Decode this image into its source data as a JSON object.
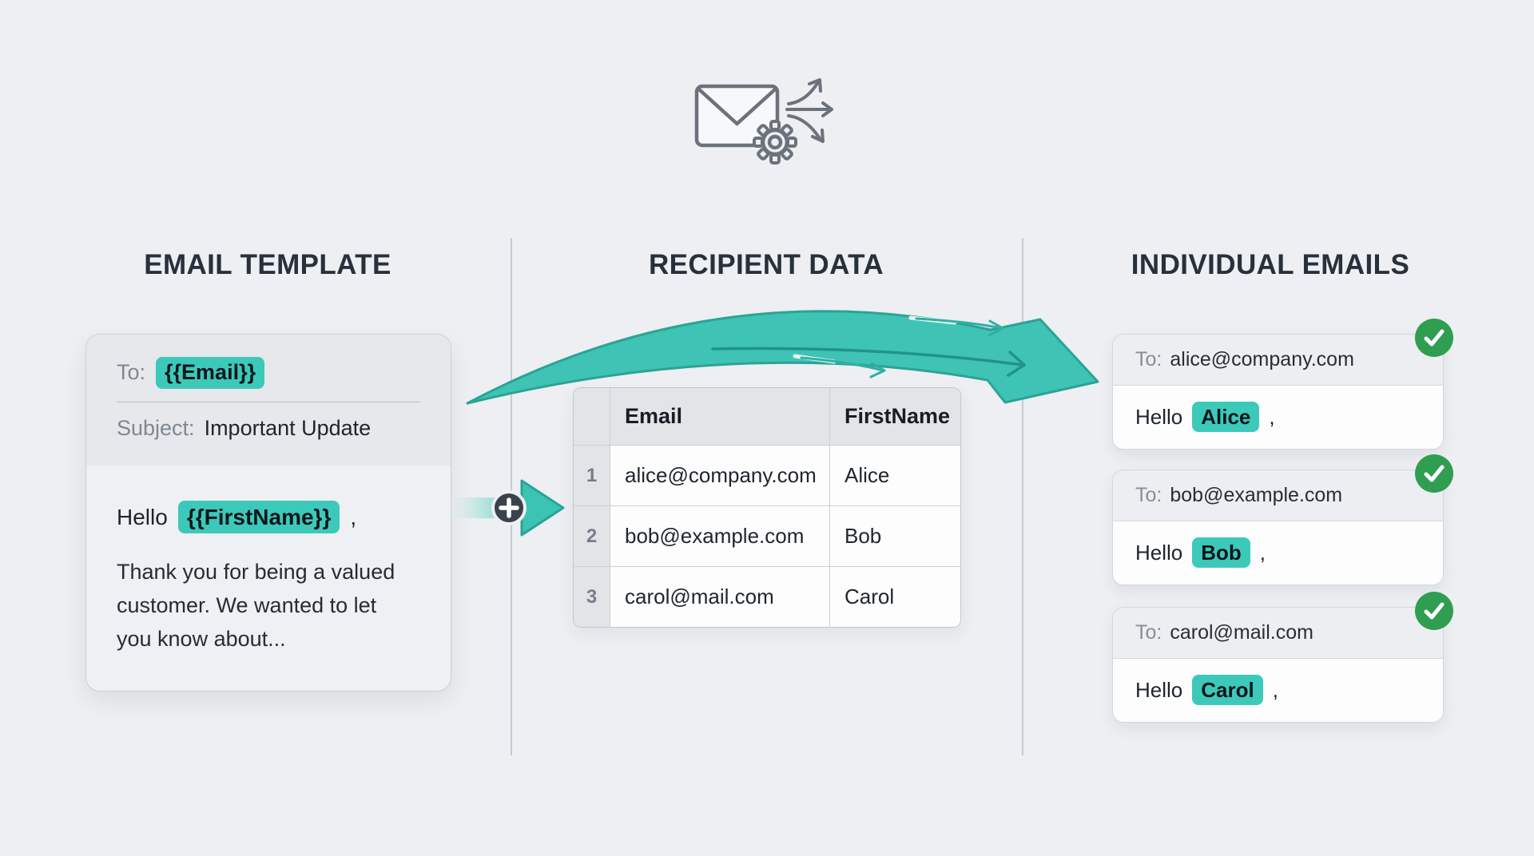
{
  "colors": {
    "background": "#edeff2",
    "accent": "#3cc9ba",
    "accent_dark": "#2aa396",
    "success": "#2f9e51",
    "heading": "#27303b"
  },
  "hero_icon": "mail-merge-icon",
  "template_section": {
    "heading": "EMAIL TEMPLATE",
    "card": {
      "to_label": "To:",
      "to_variable": "{{Email}}",
      "subject_label": "Subject:",
      "subject_value": "Important Update",
      "greeting_prefix": "Hello",
      "greeting_variable": "{{FirstName}}",
      "greeting_suffix": ",",
      "body_text": "Thank you for being a valued customer. We wanted to let you know about..."
    }
  },
  "recipient_section": {
    "heading": "RECIPIENT DATA",
    "table": {
      "col_email": "Email",
      "col_firstname": "FirstName",
      "rows": [
        {
          "num": "1",
          "email": "alice@company.com",
          "name": "Alice"
        },
        {
          "num": "2",
          "email": "bob@example.com",
          "name": "Bob"
        },
        {
          "num": "3",
          "email": "carol@mail.com",
          "name": "Carol"
        }
      ]
    }
  },
  "output_section": {
    "heading": "INDIVIDUAL EMAILS",
    "emails": [
      {
        "to_label": "To:",
        "address": "alice@company.com",
        "greeting_prefix": "Hello",
        "name": "Alice",
        "greeting_suffix": ","
      },
      {
        "to_label": "To:",
        "address": "bob@example.com",
        "greeting_prefix": "Hello",
        "name": "Bob",
        "greeting_suffix": ","
      },
      {
        "to_label": "To:",
        "address": "carol@mail.com",
        "greeting_prefix": "Hello",
        "name": "Carol",
        "greeting_suffix": ","
      }
    ]
  }
}
